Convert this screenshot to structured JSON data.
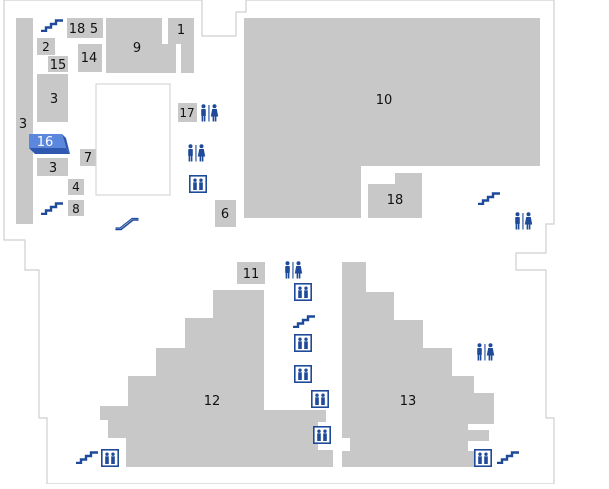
{
  "colors": {
    "background": "#ffffff",
    "floor": "#ffffff",
    "outline": "#cfcfcf",
    "shop": "#c8c8c8",
    "highlight": "#5b87dc",
    "highlight_dark": "#2f59b0",
    "icon": "#1f4a9a",
    "label": "#111111",
    "label_active": "#ffffff"
  },
  "map": {
    "units": [
      {
        "id": "18",
        "label": "18",
        "active": false
      },
      {
        "id": "5",
        "label": "5",
        "active": false
      },
      {
        "id": "9",
        "label": "9",
        "active": false
      },
      {
        "id": "1",
        "label": "1",
        "active": false
      },
      {
        "id": "2",
        "label": "2",
        "active": false
      },
      {
        "id": "14",
        "label": "14",
        "active": false
      },
      {
        "id": "15",
        "label": "15",
        "active": false
      },
      {
        "id": "3a",
        "label": "3",
        "active": false
      },
      {
        "id": "3b",
        "label": "3",
        "active": false
      },
      {
        "id": "3c",
        "label": "3",
        "active": false
      },
      {
        "id": "16",
        "label": "16",
        "active": true
      },
      {
        "id": "7",
        "label": "7",
        "active": false
      },
      {
        "id": "4",
        "label": "4",
        "active": false
      },
      {
        "id": "8",
        "label": "8",
        "active": false
      },
      {
        "id": "17",
        "label": "17",
        "active": false
      },
      {
        "id": "6",
        "label": "6",
        "active": false
      },
      {
        "id": "10",
        "label": "10",
        "active": false
      },
      {
        "id": "18b",
        "label": "18",
        "active": false
      },
      {
        "id": "11",
        "label": "11",
        "active": false
      },
      {
        "id": "12",
        "label": "12",
        "active": false
      },
      {
        "id": "13",
        "label": "13",
        "active": false
      }
    ],
    "icons": [
      {
        "id": "stairs-1",
        "type": "stairs-icon"
      },
      {
        "id": "stairs-2",
        "type": "stairs-icon"
      },
      {
        "id": "stairs-3",
        "type": "stairs-icon"
      },
      {
        "id": "stairs-4",
        "type": "stairs-icon"
      },
      {
        "id": "stairs-5",
        "type": "stairs-icon"
      },
      {
        "id": "stairs-6",
        "type": "stairs-icon"
      },
      {
        "id": "escalator-1",
        "type": "escalator-icon"
      },
      {
        "id": "restroom-1",
        "type": "restroom-icon"
      },
      {
        "id": "restroom-2",
        "type": "restroom-icon"
      },
      {
        "id": "restroom-3",
        "type": "restroom-icon"
      },
      {
        "id": "restroom-4",
        "type": "restroom-icon"
      },
      {
        "id": "restroom-5",
        "type": "restroom-icon"
      },
      {
        "id": "elevator-1",
        "type": "elevator-icon"
      },
      {
        "id": "elevator-2",
        "type": "elevator-icon"
      },
      {
        "id": "elevator-3",
        "type": "elevator-icon"
      },
      {
        "id": "elevator-4",
        "type": "elevator-icon"
      },
      {
        "id": "elevator-5",
        "type": "elevator-icon"
      },
      {
        "id": "elevator-6",
        "type": "elevator-icon"
      },
      {
        "id": "elevator-7",
        "type": "elevator-icon"
      },
      {
        "id": "elevator-8",
        "type": "elevator-icon"
      }
    ]
  }
}
